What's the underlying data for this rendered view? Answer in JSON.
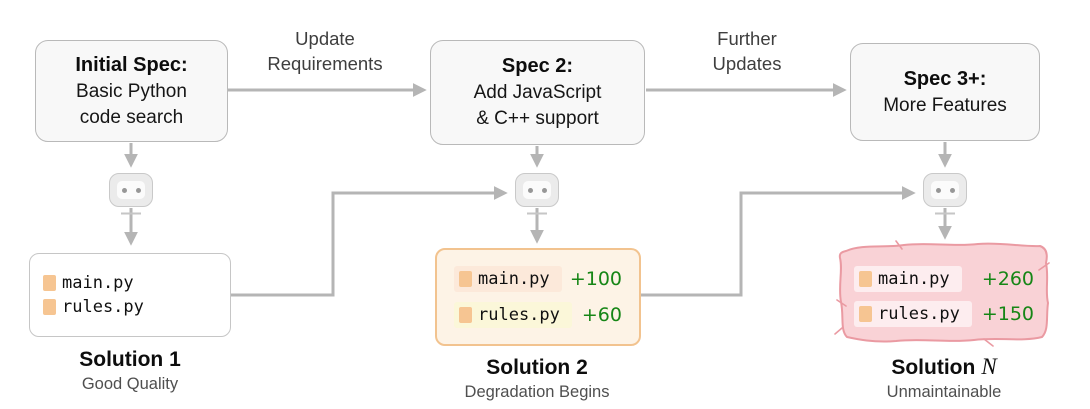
{
  "diagram": {
    "specs": [
      {
        "title": "Initial Spec:",
        "body": "Basic Python\ncode search"
      },
      {
        "title": "Spec 2:",
        "body": "Add JavaScript\n& C++ support"
      },
      {
        "title": "Spec 3+:",
        "body": "More Features"
      }
    ],
    "edge_labels": [
      {
        "text": "Update\nRequirements"
      },
      {
        "text": "Further\nUpdates"
      }
    ],
    "agent_icons": "robot-agent-icon (rounded square with two eyes), repeated under each spec box",
    "solutions": [
      {
        "name": "Solution 1",
        "name_suffix": "",
        "quality": "Good Quality",
        "files": [
          {
            "name": "main.py"
          },
          {
            "name": "rules.py"
          }
        ]
      },
      {
        "name": "Solution 2",
        "name_suffix": "",
        "quality": "Degradation Begins",
        "files": [
          {
            "name": "main.py",
            "delta": "+100"
          },
          {
            "name": "rules.py",
            "delta": "+60"
          }
        ]
      },
      {
        "name": "Solution",
        "name_suffix": "N",
        "quality": "Unmaintainable",
        "files": [
          {
            "name": "main.py",
            "delta": "+260"
          },
          {
            "name": "rules.py",
            "delta": "+150"
          }
        ]
      }
    ],
    "colors": {
      "arrow_gray": "#b5b5b5",
      "spec_box_bg": "#f8f8f8",
      "spec_box_border": "#b9b9b9",
      "solution1_border": "#c6c6c6",
      "solution2_bg": "#fdf3e6",
      "solution2_border": "#f2c38f",
      "solution2_row_main_bg": "#fce9da",
      "solution2_row_rules_bg": "#fbf7d9",
      "solutionN_bg": "#f9d2d6",
      "solutionN_border": "#ea9aa2",
      "solutionN_row_bg": "#fdedef",
      "file_icon_orange": "#f6c592",
      "diff_green": "#168616",
      "caption_gray": "#4f4f4f"
    }
  }
}
